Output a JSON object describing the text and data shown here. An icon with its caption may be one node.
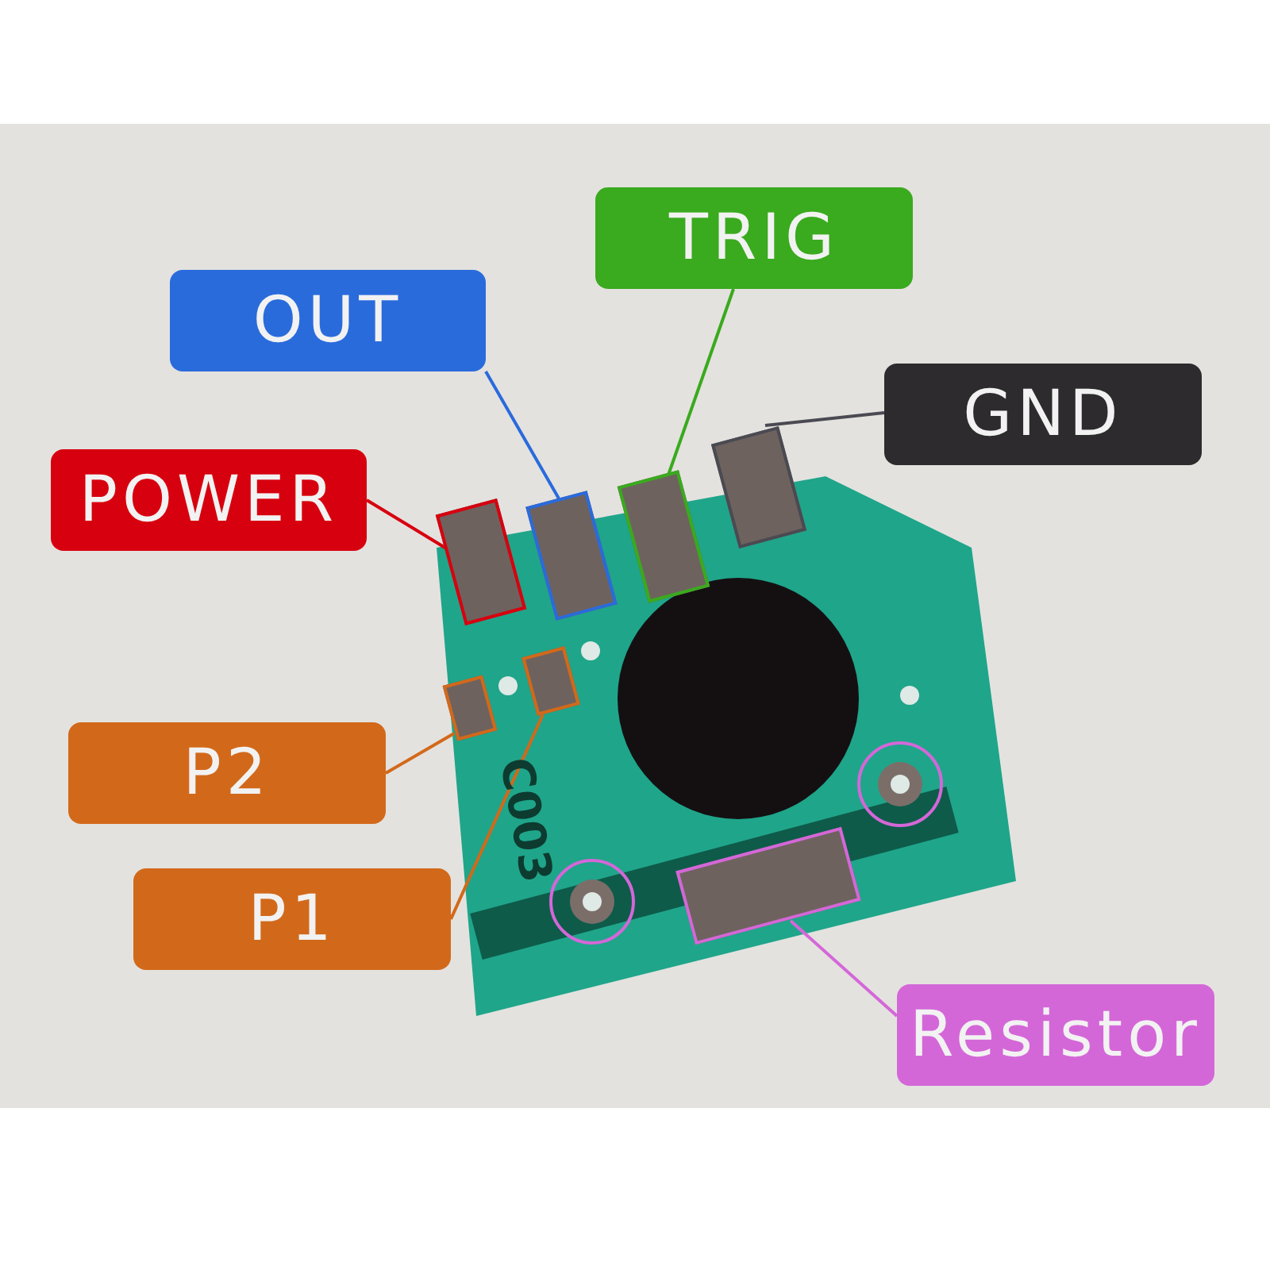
{
  "diagram": {
    "nodes": [
      {
        "text": [
          "TRIG"
        ]
      },
      {
        "text": [
          "OUT"
        ]
      },
      {
        "text": [
          "GND"
        ]
      },
      {
        "text": [
          "POWER"
        ]
      },
      {
        "text": [
          "P2"
        ]
      },
      {
        "text": [
          "P1"
        ]
      },
      {
        "text": [
          "Resistor"
        ]
      },
      {
        "text": [],
        "shape": "box"
      },
      {
        "text": [],
        "shape": "box"
      },
      {
        "text": [],
        "shape": "box"
      },
      {
        "text": [],
        "shape": "box"
      },
      {
        "text": [],
        "shape": "box"
      },
      {
        "text": [],
        "shape": "box"
      },
      {
        "text": [],
        "shape": "box"
      }
    ],
    "edges": [
      {
        "from": 0,
        "to": 9,
        "arrow": "none",
        "color": "#3aaa1e"
      },
      {
        "from": 1,
        "to": 8,
        "arrow": "none",
        "color": "#2a6bdc"
      },
      {
        "from": 2,
        "to": 10,
        "arrow": "none",
        "color": "#4a4a52"
      },
      {
        "from": 3,
        "to": 7,
        "arrow": "none",
        "color": "#d7000f"
      },
      {
        "from": 4,
        "to": 11,
        "arrow": "none",
        "color": "#d2691a"
      },
      {
        "from": 5,
        "to": 12,
        "arrow": "none",
        "color": "#d2691a"
      },
      {
        "from": 6,
        "to": 13,
        "arrow": "none",
        "color": "#d467d8"
      }
    ],
    "labels": [
      "C003"
    ]
  }
}
